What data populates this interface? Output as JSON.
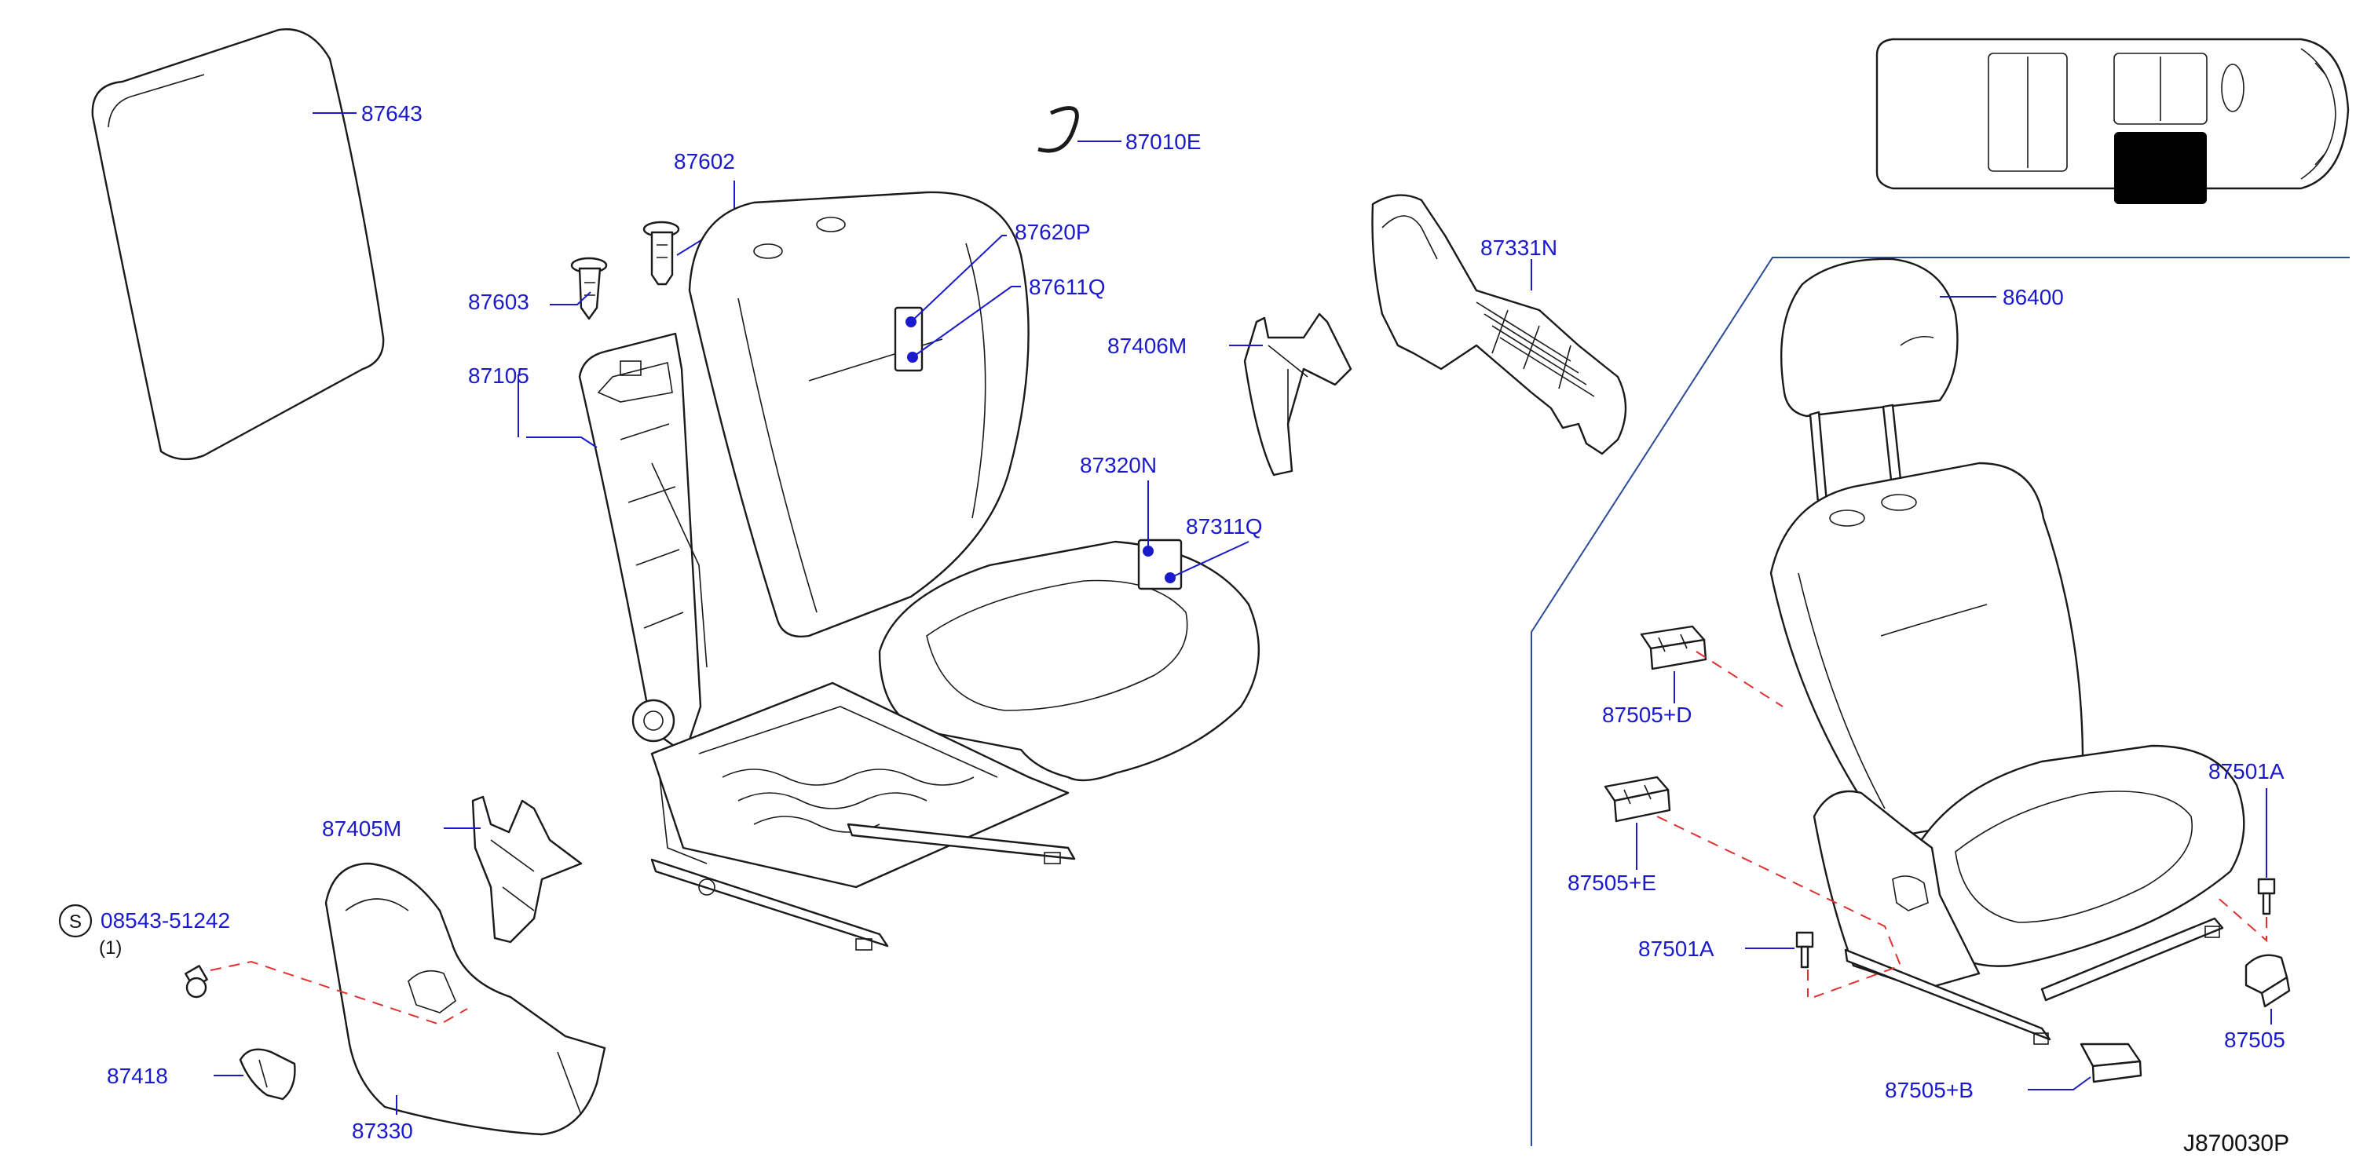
{
  "diagram_code": "J870030P",
  "colors": {
    "label": "#1a1acc",
    "line": "#1a1a1a",
    "assembly_line": "#e03030",
    "highlight": "#000000"
  },
  "standard_part": {
    "symbol": "S",
    "number": "08543-51242",
    "qty": "(1)"
  },
  "labels": {
    "p87643": "87643",
    "p87602": "87602",
    "p87010E": "87010E",
    "p87603": "87603",
    "p87620P": "87620P",
    "p87611Q": "87611Q",
    "p87105": "87105",
    "p87406M": "87406M",
    "p87331N": "87331N",
    "p87320N": "87320N",
    "p87311Q": "87311Q",
    "p86400": "86400",
    "p87505D": "87505+D",
    "p87505E": "87505+E",
    "p87501A_left": "87501A",
    "p87501A_right": "87501A",
    "p87505": "87505",
    "p87505B": "87505+B",
    "p87405M": "87405M",
    "p87418": "87418",
    "p87330": "87330"
  }
}
